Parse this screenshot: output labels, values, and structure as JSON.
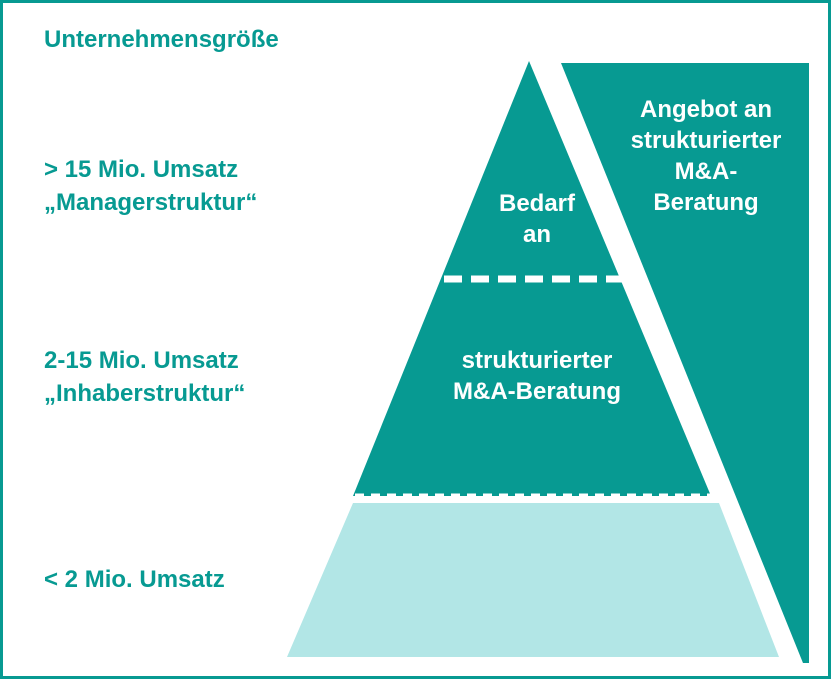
{
  "title": "Unternehmensgröße",
  "tiers": [
    {
      "line1": "> 15 Mio. Umsatz",
      "line2": "„Managerstruktur“"
    },
    {
      "line1": "2-15 Mio. Umsatz",
      "line2": "„Inhaberstruktur“"
    },
    {
      "line1": "< 2 Mio. Umsatz"
    }
  ],
  "pyramid": {
    "demand_label_top": [
      "Bedarf",
      "an"
    ],
    "demand_label_bottom": [
      "strukturierter",
      "M&A-Beratung"
    ]
  },
  "supply_label": [
    "Angebot an",
    "strukturierter",
    "M&A-",
    "Beratung"
  ],
  "colors": {
    "accent": "#079a92",
    "pale": "#b2e6e6",
    "background": "#ffffff"
  }
}
